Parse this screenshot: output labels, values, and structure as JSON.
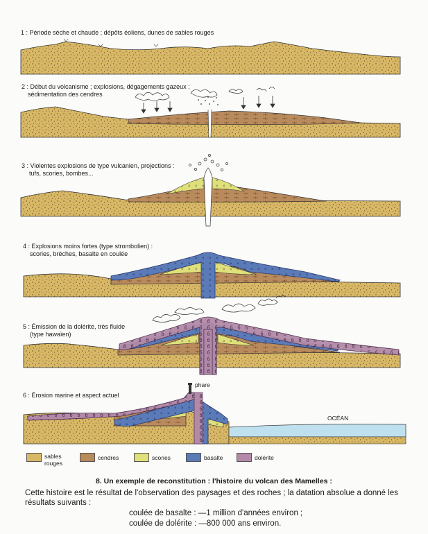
{
  "steps": [
    {
      "label": "1 : Période sèche et chaude ; dépôts éoliens, dunes de sables rouges"
    },
    {
      "label_l1": "2 : Début du volcanisme ; explosions, dégagements gazeux ;",
      "label_l2": "sédimentation des cendres"
    },
    {
      "label_l1": "3 : Violentes explosions de type vulcanien, projections :",
      "label_l2": "tufs, scories, bombes..."
    },
    {
      "label_l1": "4 : Explosions moins fortes (type strombolien) :",
      "label_l2": "scories, brèches, basalte en coulée"
    },
    {
      "label_l1": "5 : Émission de la dolérite, très fluide",
      "label_l2": "(type hawaïen)"
    },
    {
      "label": "6 : Érosion marine et aspect actuel"
    }
  ],
  "annotations": {
    "phare": "phare",
    "ocean": "OCÉAN"
  },
  "legend": [
    {
      "label_l1": "sables",
      "label_l2": "rouges",
      "color": "#d8b866"
    },
    {
      "label": "cendres",
      "color": "#b88a5c"
    },
    {
      "label": "scories",
      "color": "#e0e07a"
    },
    {
      "label": "basalte",
      "color": "#5b7bb8"
    },
    {
      "label": "dolérite",
      "color": "#b28aa8"
    }
  ],
  "caption": "8. Un exemple de reconstitution : l'histoire du volcan des Mamelles :",
  "body": "Cette histoire est le résultat de l'observation des paysages et des roches ; la datation absolue a donné les résultats suivants :",
  "dates": [
    "coulée de basalte : —1 million d'années environ ;",
    "coulée de dolérite : —800 000 ans environ."
  ],
  "colors": {
    "sand": "#d8b866",
    "ash": "#b88a5c",
    "scoria": "#e0e07a",
    "basalt": "#5b7bb8",
    "dolerite": "#b28aa8",
    "ocean": "#bfe0ee"
  }
}
